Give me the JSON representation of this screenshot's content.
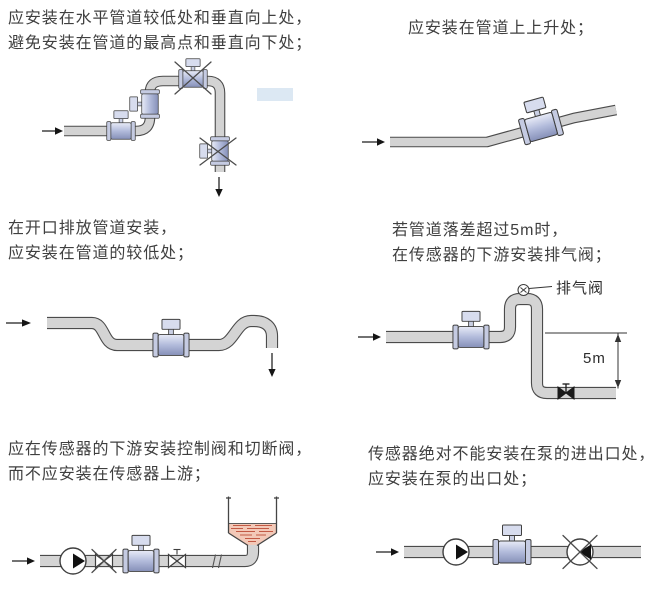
{
  "figure": {
    "type": "flowmeter-installation-guidelines",
    "language": "zh-CN"
  },
  "panels": [
    {
      "id": "horizontal-low-and-vertical-up",
      "caption_line1": "应安装在水平管道较低处和垂直向上处，",
      "caption_line2": "避免安装在管道的最高点和垂直向下处；"
    },
    {
      "id": "rising-section",
      "caption_line1": "应安装在管道上上升处；",
      "caption_line2": ""
    },
    {
      "id": "open-discharge-pipe",
      "caption_line1": "在开口排放管道安装，",
      "caption_line2": "应安装在管道的较低处；"
    },
    {
      "id": "drop-over-5m-air-valve",
      "caption_line1": "若管道落差超过5m时，",
      "caption_line2": "在传感器的下游安装排气阀；",
      "air_valve_label": "排气阀",
      "drop_label": "5m"
    },
    {
      "id": "valves-downstream-of-sensor",
      "caption_line1": "应在传感器的下游安装控制阀和切断阀，",
      "caption_line2": "而不应安装在传感器上游；"
    },
    {
      "id": "install-at-pump-outlet",
      "caption_line1": "传感器绝对不能安装在泵的进出口处，",
      "caption_line2": "应安装在泵的出口处；"
    }
  ],
  "icons": {
    "flowmeter-icon": "electromagnetic flowmeter sensor with converter head",
    "pump-icon": "pump: circle with solid flow triangle",
    "valve-icon": "shutoff valve: outlined bowtie",
    "control-valve-icon": "control valve: solid black bowtie with T-stem",
    "air-valve-icon": "air release valve: small circle with cross",
    "flow-arrow-icon": "flow direction arrow",
    "cross-out-icon": "X mark = prohibited placement",
    "tank-icon": "open discharge tank with liquid"
  },
  "colors": {
    "background": "#ffffff",
    "text": "#3f3f3f",
    "pipe_fill": "#d3d3d3",
    "pipe_outline": "#4b4b4b",
    "meter_body": "#aeb7d8",
    "meter_trim": "#c9cfe4",
    "liquid": "#f3c9b8",
    "liquid_dash": "#c25a45",
    "ink": "#151515"
  }
}
